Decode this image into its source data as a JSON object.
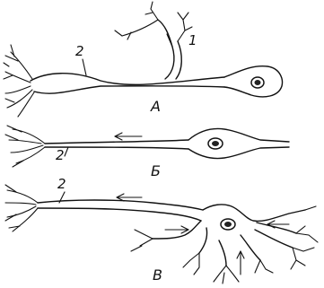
{
  "panels": [
    {
      "id": "A",
      "letter": "А"
    },
    {
      "id": "B",
      "letter": "Б"
    },
    {
      "id": "C",
      "letter": "В"
    }
  ],
  "labels": {
    "dendrite_marker": "1",
    "axon_marker_a": "2",
    "axon_marker_b": "2",
    "axon_marker_c": "2"
  },
  "arrows": {
    "panel_b": [
      "signal-direction-left"
    ],
    "panel_c": [
      "signal-direction-left",
      "input-arrow-right",
      "input-arrow-up",
      "input-arrow-left"
    ]
  }
}
